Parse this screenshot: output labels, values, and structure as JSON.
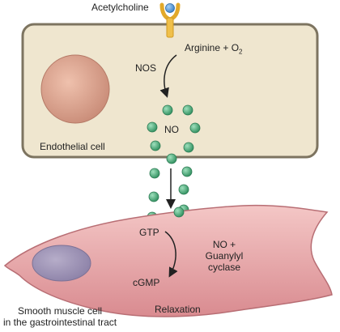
{
  "labels": {
    "acetylcholine": "Acetylcholine",
    "arginine_prefix": "Arginine + O",
    "arginine_sub": "2",
    "nos": "NOS",
    "no": "NO",
    "endothelial_cell": "Endothelial cell",
    "gtp": "GTP",
    "no_plus": "NO +",
    "guanylyl": "Guanylyl",
    "cyclase": "cyclase",
    "cgmp": "cGMP",
    "relaxation": "Relaxation",
    "smooth_muscle_line1": "Smooth muscle cell",
    "smooth_muscle_line2": "in the gastrointestinal tract"
  },
  "colors": {
    "endothelial_fill": "#efe6cf",
    "endothelial_border": "#7d7460",
    "nucleus_fill": "#d49a86",
    "smooth_muscle_fill": "#e7a5a7",
    "smooth_muscle_nucleus": "#9a8fb1",
    "no_molecule": "#4aa877",
    "receptor": "#f0c04a",
    "ligand": "#4f90d1",
    "arrow": "#222222"
  },
  "icons": {
    "receptor": "y-shaped-receptor-icon",
    "ligand": "blue-ligand-circle-icon",
    "no_molecule": "green-molecule-circle-icon"
  }
}
